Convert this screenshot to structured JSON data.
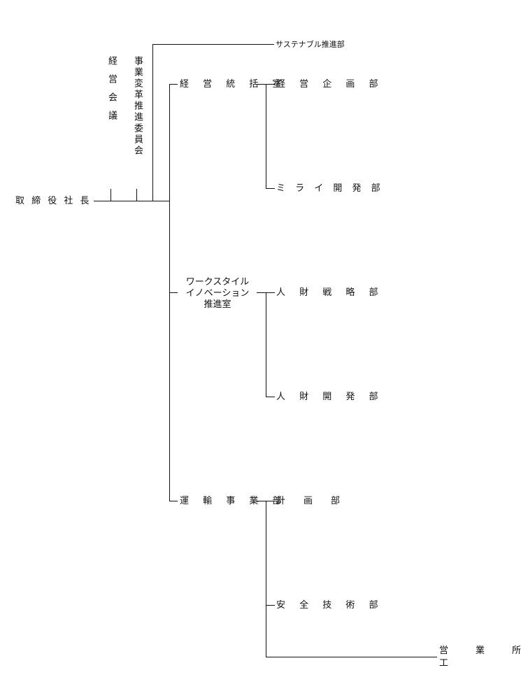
{
  "president": "取 締 役 社 長",
  "management_meeting": "経　営　会　議",
  "reform_committee": "事業変革推進委員会",
  "sustainable_dept": "サステナブル推進部",
  "general_planning_office": "経 営 統 括 室",
  "corporate_planning_dept": "経 営 企 画 部",
  "mirai_dev_dept": "ミ ラ イ 開 発 部",
  "workstyle_office": {
    "line1": "ワークスタイル",
    "line2": "イノベーション",
    "line3": "推進室"
  },
  "hr_strategy_dept": "人 財 戦 略 部",
  "hr_dev_dept": "人 財 開 発 部",
  "transport_division": "運 輸 事 業 部",
  "planning_dept": "計　　画　　部",
  "safety_tech_dept": "安 全 技 術 部",
  "sales_office": "営　　　業　　　所",
  "factory": "工　　　　　　　　場"
}
